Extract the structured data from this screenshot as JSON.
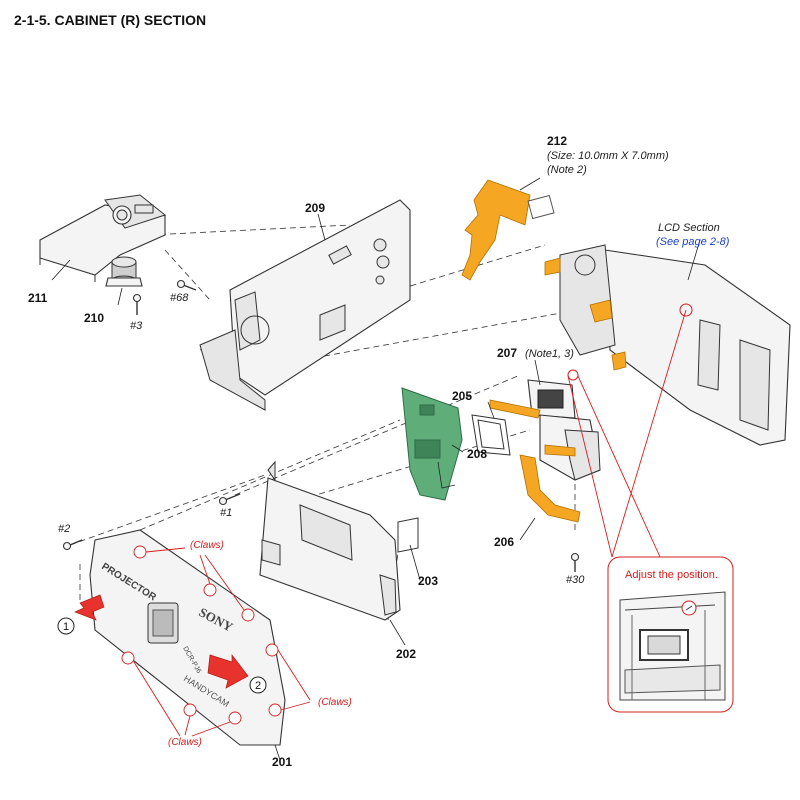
{
  "section_title": "2-1-5. CABINET (R) SECTION",
  "parts": {
    "p201": "201",
    "p202": "202",
    "p203": "203",
    "p205": "205",
    "p206": "206",
    "p207": "207",
    "p208": "208",
    "p209": "209",
    "p210": "210",
    "p211": "211",
    "p212": "212"
  },
  "notes": {
    "p212_size": "(Size: 10.0mm X 7.0mm)",
    "p212_note": "(Note 2)",
    "p207_note": "(Note1, 3)"
  },
  "lcd_section": {
    "label": "LCD Section",
    "reference": "(See page 2-8)"
  },
  "screws": {
    "s2": "#2",
    "s1": "#1",
    "s3": "#3",
    "s68": "#68",
    "s30": "#30"
  },
  "claws": {
    "top": "(Claws)",
    "right": "(Claws)",
    "bottom": "(Claws)"
  },
  "steps": {
    "step1": "1",
    "step2": "2"
  },
  "adjust_callout": "Adjust the position.",
  "cover_text": {
    "brand": "SONY",
    "product": "PROJECTOR",
    "model": "DCR-PJ6",
    "brand_curved": "HANDYCAM"
  },
  "colors": {
    "flex_cable": "#f5a623",
    "circuit_board": "#5fae7a",
    "callout_red": "#d0201f",
    "reference_blue": "#1a3fc7"
  }
}
